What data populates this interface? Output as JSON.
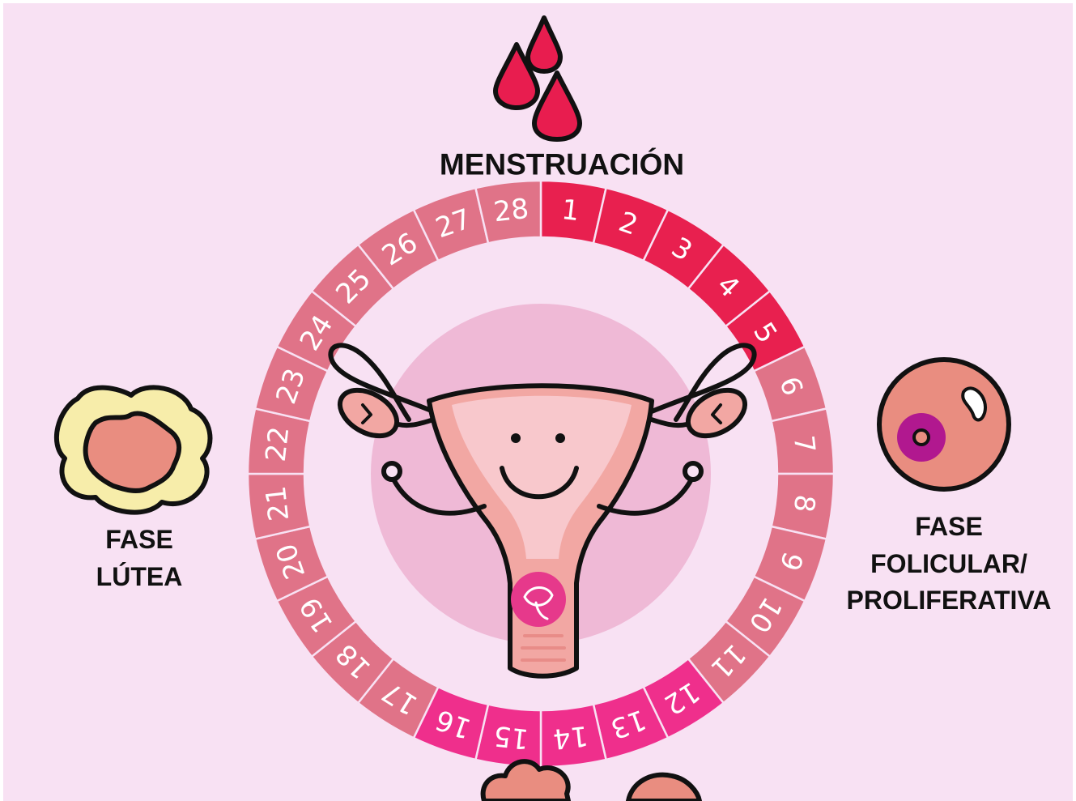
{
  "labels": {
    "menstruation": "MENSTRUACIÓN",
    "luteal_line1": "FASE",
    "luteal_line2": "LÚTEA",
    "follicular_line1": "FASE",
    "follicular_line2": "FOLICULAR/",
    "follicular_line3": "PROLIFERATIVA"
  },
  "cycle": {
    "days": [
      "1",
      "2",
      "3",
      "4",
      "5",
      "6",
      "7",
      "8",
      "9",
      "10",
      "11",
      "12",
      "13",
      "14",
      "15",
      "16",
      "17",
      "18",
      "19",
      "20",
      "21",
      "22",
      "23",
      "24",
      "25",
      "26",
      "27",
      "28"
    ],
    "menstrual_days": [
      1,
      2,
      3,
      4,
      5
    ],
    "ovulation_days": [
      12,
      13,
      14,
      15,
      16
    ]
  },
  "colors": {
    "background": "#f8e1f3",
    "menstrual_segment": "#e8204f",
    "ovulation_segment": "#ef2f8c",
    "regular_segment": "#e07388",
    "blood_drop": "#e81d4f",
    "luteal_body_outer": "#f7edaa",
    "luteal_body_inner": "#e98d80",
    "follicle_cell": "#e98d80",
    "follicle_nucleus": "#b1188f",
    "uterus_body": "#f2a7a3",
    "uterus_inner": "#f8c8cc",
    "egg_badge": "#e6398b"
  }
}
